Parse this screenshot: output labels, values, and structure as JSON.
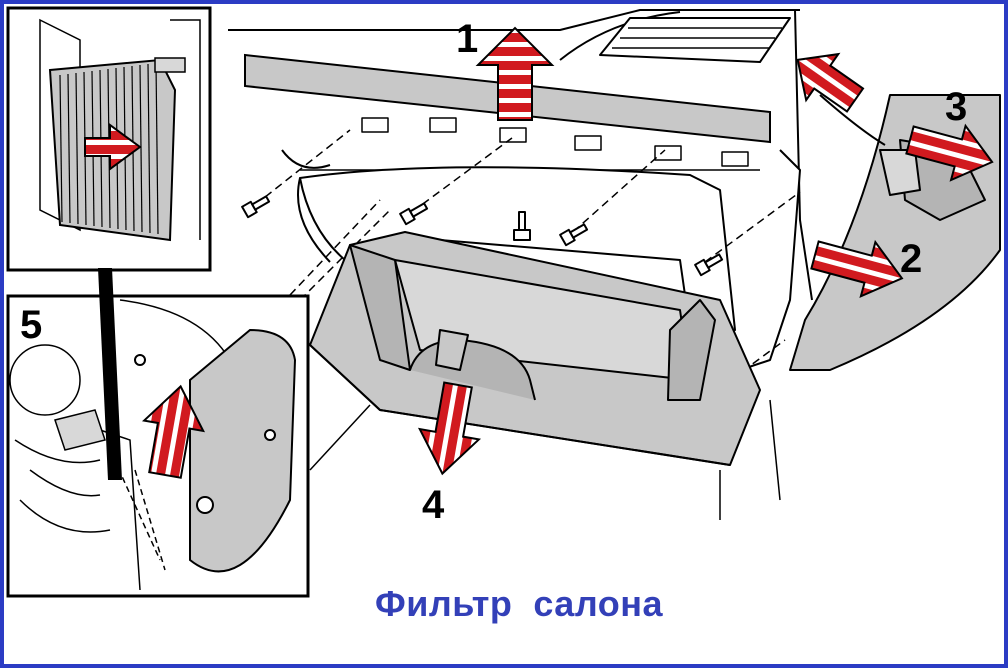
{
  "diagram": {
    "steps": {
      "s1": "1",
      "s2": "2",
      "s3": "3",
      "s4": "4",
      "s5": "5"
    },
    "caption": "Фильтр  салона",
    "colors": {
      "border": "#2b3cc4",
      "caption": "#3340b8",
      "arrow": "#d11a1f",
      "part_fill": "#c8c8c8",
      "line": "#000000"
    }
  }
}
